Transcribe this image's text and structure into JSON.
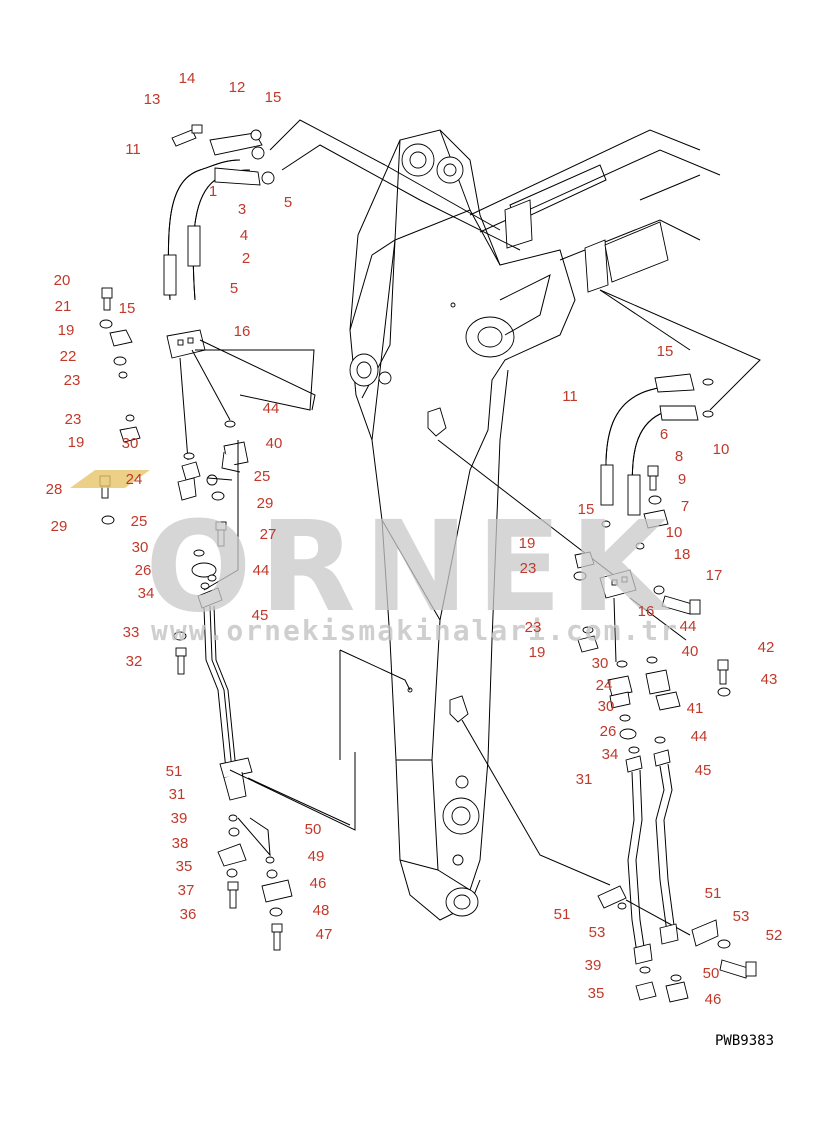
{
  "drawing_code": "PWB9383",
  "watermark": {
    "logo_text": "ORNEK",
    "url_text": "www.ornekismakinalari.com.tr",
    "logo_color": "#c9c9c9"
  },
  "callout_color": "#c0392b",
  "callouts": [
    {
      "label": "14"
    },
    {
      "label": "12"
    },
    {
      "label": "15"
    },
    {
      "label": "13"
    },
    {
      "label": "11"
    },
    {
      "label": "1"
    },
    {
      "label": "5"
    },
    {
      "label": "3"
    },
    {
      "label": "4"
    },
    {
      "label": "2"
    },
    {
      "label": "5"
    },
    {
      "label": "20"
    },
    {
      "label": "21"
    },
    {
      "label": "15"
    },
    {
      "label": "16"
    },
    {
      "label": "19"
    },
    {
      "label": "22"
    },
    {
      "label": "23"
    },
    {
      "label": "23"
    },
    {
      "label": "44"
    },
    {
      "label": "19"
    },
    {
      "label": "40"
    },
    {
      "label": "30"
    },
    {
      "label": "25"
    },
    {
      "label": "24"
    },
    {
      "label": "28"
    },
    {
      "label": "29"
    },
    {
      "label": "25"
    },
    {
      "label": "29"
    },
    {
      "label": "27"
    },
    {
      "label": "30"
    },
    {
      "label": "26"
    },
    {
      "label": "44"
    },
    {
      "label": "34"
    },
    {
      "label": "45"
    },
    {
      "label": "33"
    },
    {
      "label": "32"
    },
    {
      "label": "51"
    },
    {
      "label": "31"
    },
    {
      "label": "39"
    },
    {
      "label": "50"
    },
    {
      "label": "38"
    },
    {
      "label": "49"
    },
    {
      "label": "35"
    },
    {
      "label": "46"
    },
    {
      "label": "37"
    },
    {
      "label": "36"
    },
    {
      "label": "48"
    },
    {
      "label": "47"
    },
    {
      "label": "15"
    },
    {
      "label": "11"
    },
    {
      "label": "10"
    },
    {
      "label": "6"
    },
    {
      "label": "8"
    },
    {
      "label": "9"
    },
    {
      "label": "7"
    },
    {
      "label": "15"
    },
    {
      "label": "10"
    },
    {
      "label": "19"
    },
    {
      "label": "18"
    },
    {
      "label": "23"
    },
    {
      "label": "17"
    },
    {
      "label": "16"
    },
    {
      "label": "23"
    },
    {
      "label": "44"
    },
    {
      "label": "19"
    },
    {
      "label": "42"
    },
    {
      "label": "30"
    },
    {
      "label": "40"
    },
    {
      "label": "43"
    },
    {
      "label": "24"
    },
    {
      "label": "41"
    },
    {
      "label": "30"
    },
    {
      "label": "26"
    },
    {
      "label": "44"
    },
    {
      "label": "34"
    },
    {
      "label": "31"
    },
    {
      "label": "45"
    },
    {
      "label": "51"
    },
    {
      "label": "53"
    },
    {
      "label": "51"
    },
    {
      "label": "53"
    },
    {
      "label": "52"
    },
    {
      "label": "39"
    },
    {
      "label": "50"
    },
    {
      "label": "35"
    },
    {
      "label": "46"
    }
  ]
}
